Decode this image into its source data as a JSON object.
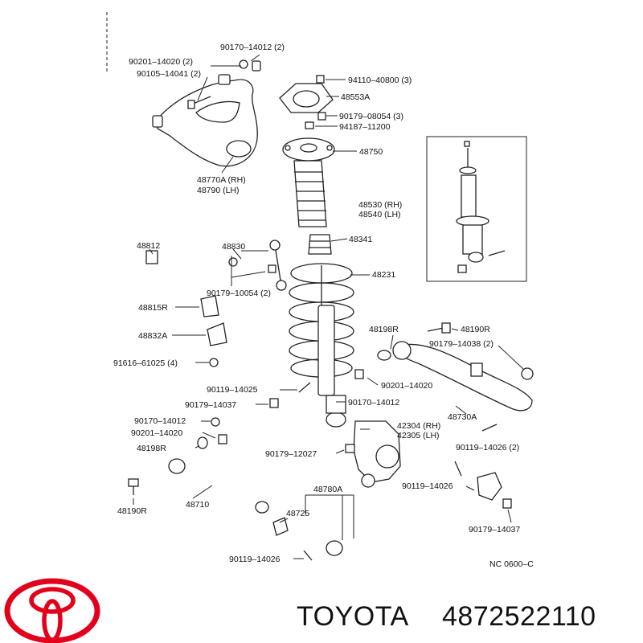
{
  "diagram": {
    "labels": {
      "p90170_14012_top": "90170–14012 (2)",
      "p90201_14020_top": "90201–14020 (2)",
      "p90105_14041": "90105–14041 (2)",
      "p94110_40800": "94110–40800 (3)",
      "p48553A": "48553A",
      "p90179_08054": "90179–08054 (3)",
      "p94187_11200": "94187–11200",
      "p48750": "48750",
      "p48770A": "48770A (RH)",
      "p48790": "48790 (LH)",
      "p48530": "48530 (RH)",
      "p48540": "48540 (LH)",
      "p48812": "48812",
      "p48830": "48830",
      "p48341": "48341",
      "p48231": "48231",
      "p90179_10054": "90179–10054 (2)",
      "p48815R": "48815R",
      "p48198R_right": "48198R",
      "p48190R_right": "48190R",
      "p48832A": "48832A",
      "p90179_14038": "90179–14038 (2)",
      "p91616_61025": "91616–61025 (4)",
      "p90201_14020_mid": "90201–14020",
      "p90119_14025": "90119–14025",
      "p90179_14037_left": "90179–14037",
      "p90170_14012_mid": "90170–14012",
      "p48730A": "48730A",
      "p90170_14012_low": "90170–14012",
      "p42304": "42304 (RH)",
      "p42305": "42305 (LH)",
      "p90201_14020_low": "90201–14020",
      "p90119_14026_2": "90119–14026 (2)",
      "p48198R_left": "48198R",
      "p90179_12027": "90179–12027",
      "p48780A": "48780A",
      "p90119_14026_right": "90119–14026",
      "p48190R_left": "48190R",
      "p48710": "48710",
      "p48725": "48725",
      "p90179_14037_right": "90179–14037",
      "p90119_14026_bottom": "90119–14026",
      "p_nc": "NC 0600–C"
    }
  },
  "footer": {
    "brand": "TOYOTA",
    "part_number": "4872522110"
  },
  "colors": {
    "logo_red": "#e3001b",
    "line": "#222222"
  }
}
